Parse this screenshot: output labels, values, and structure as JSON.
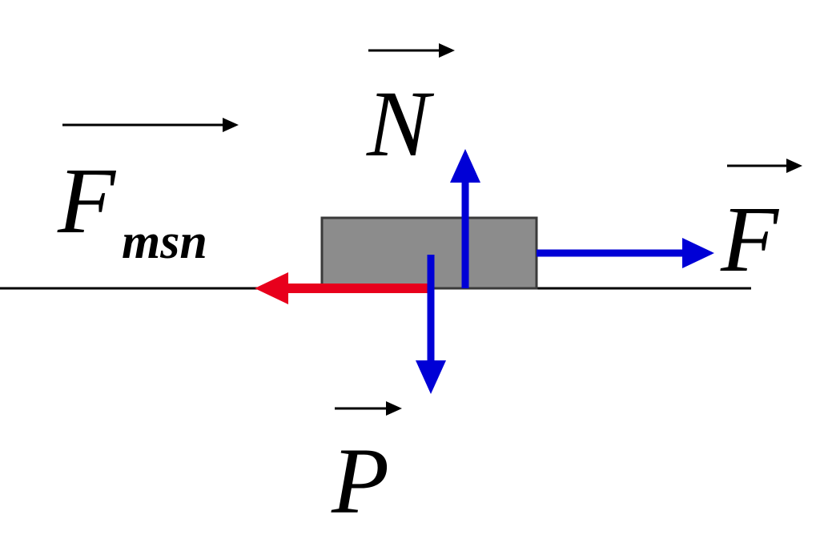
{
  "colors": {
    "block_fill": "#8c8c8c",
    "vector_blue": "#0000d6",
    "vector_red": "#e8001c",
    "ground_line": "#000000",
    "label": "#000000"
  },
  "labels": {
    "friction": {
      "symbol": "F",
      "subscript": "msn"
    },
    "normal": {
      "symbol": "N"
    },
    "applied": {
      "symbol": "F"
    },
    "weight": {
      "symbol": "P"
    }
  }
}
